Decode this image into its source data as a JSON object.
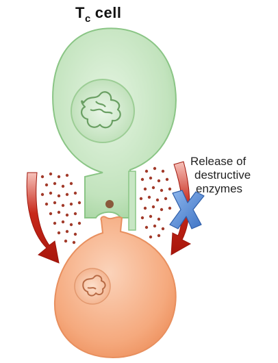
{
  "title": {
    "main": "T",
    "sub": "c",
    "rest": "cell"
  },
  "label": {
    "line1": "Release of",
    "line2": "destructive",
    "line3": "enzymes"
  },
  "colors": {
    "tc_cell_fill": "#c7e6c4",
    "tc_cell_stroke": "#7fbf7a",
    "target_cell_fill": "#f6b08a",
    "target_cell_stroke": "#e88f5e",
    "arrow": "#b01e12",
    "enzyme_dots": "#a23a2a",
    "cross": "#5b8fd6"
  },
  "icons": [
    "cross-icon"
  ]
}
